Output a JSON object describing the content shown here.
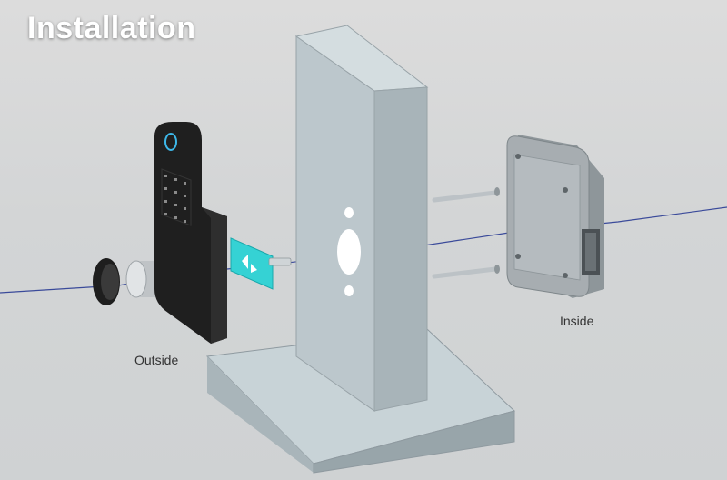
{
  "title": "Installation",
  "labels": {
    "outside": "Outside",
    "inside": "Inside"
  },
  "components": {
    "door": "door-slab-icon",
    "outer_lock": "keypad-lock-icon",
    "knob": "knob-icon",
    "cylinder": "cylinder-icon",
    "gasket": "gasket-plate-icon",
    "screws": "screw-icon",
    "inner_lock": "inner-lock-box-icon"
  },
  "colors": {
    "background": "#d6d7d8",
    "door_front": "#b9c4c9",
    "door_side": "#a7b3b8",
    "axis_line": "#3a4a9a",
    "gasket": "#35d2d4"
  }
}
